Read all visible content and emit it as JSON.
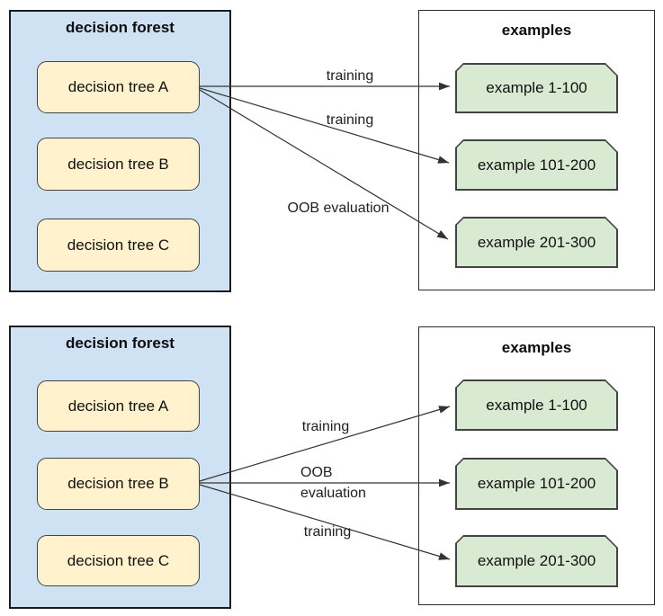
{
  "diagram": {
    "panels": [
      {
        "forest": {
          "title": "decision forest",
          "trees": [
            {
              "label": "decision tree A"
            },
            {
              "label": "decision tree B"
            },
            {
              "label": "decision tree C"
            }
          ]
        },
        "examples": {
          "title": "examples",
          "items": [
            {
              "label": "example 1-100"
            },
            {
              "label": "example 101-200"
            },
            {
              "label": "example 201-300"
            }
          ]
        },
        "arrows": [
          {
            "label": "training",
            "from": "decision tree A",
            "to": "example 1-100"
          },
          {
            "label": "training",
            "from": "decision tree A",
            "to": "example 101-200"
          },
          {
            "label": "OOB evaluation",
            "from": "decision tree A",
            "to": "example 201-300"
          }
        ]
      },
      {
        "forest": {
          "title": "decision forest",
          "trees": [
            {
              "label": "decision tree A"
            },
            {
              "label": "decision tree B"
            },
            {
              "label": "decision tree C"
            }
          ]
        },
        "examples": {
          "title": "examples",
          "items": [
            {
              "label": "example 1-100"
            },
            {
              "label": "example 101-200"
            },
            {
              "label": "example 201-300"
            }
          ]
        },
        "arrows": [
          {
            "label": "training",
            "from": "decision tree B",
            "to": "example 1-100"
          },
          {
            "label": "OOB\nevaluation",
            "from": "decision tree B",
            "to": "example 101-200"
          },
          {
            "label": "training",
            "from": "decision tree B",
            "to": "example 201-300"
          }
        ]
      }
    ]
  },
  "colors": {
    "forest_fill": "#cfe2f3",
    "tree_fill": "#fff2cc",
    "example_fill": "#d9ead3",
    "node_border": "#434343",
    "line": "#333333"
  }
}
